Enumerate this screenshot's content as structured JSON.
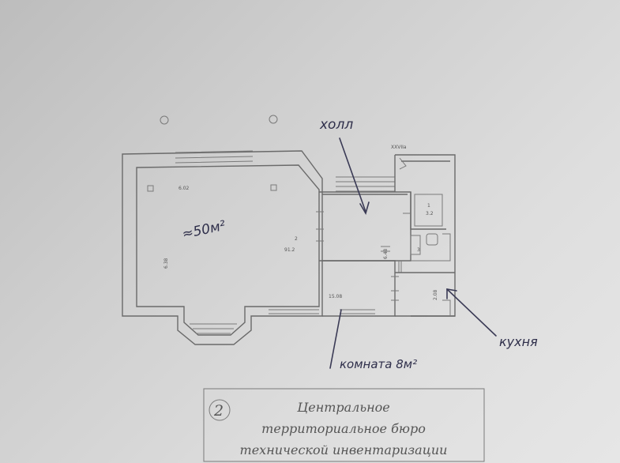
{
  "plan": {
    "section_label": "XXVIIa",
    "rooms": [
      {
        "number": "1",
        "area": "3.2"
      },
      {
        "number": "2",
        "area": "91.2"
      },
      {
        "number": "3",
        "area": ""
      }
    ],
    "dimensions": {
      "main_width": "6.02",
      "main_height": "6.38",
      "corridor_height": "6.48",
      "room_width": "15.08",
      "kitchen_height": "2.08"
    }
  },
  "annotations": {
    "hall": "холл",
    "main_area": "≈50м²",
    "room": "комната 8м²",
    "kitchen": "кухня"
  },
  "stamp": {
    "number": "2",
    "line1": "Центральное",
    "line2": "территориальное бюро",
    "line3": "технической инвентаризации"
  }
}
